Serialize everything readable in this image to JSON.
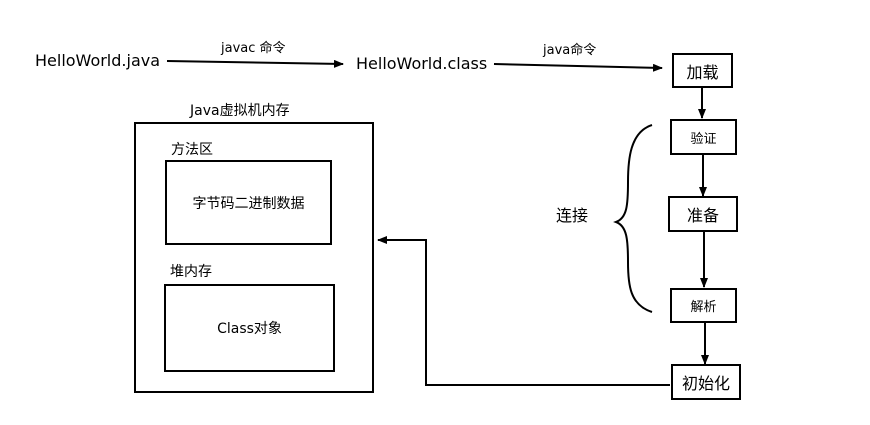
{
  "flow": {
    "source_file": "HelloWorld.java",
    "compile_command": "javac 命令",
    "class_file": "HelloWorld.class",
    "run_command": "java命令"
  },
  "jvm": {
    "title": "Java虚拟机内存",
    "method_area": {
      "label": "方法区",
      "content": "字节码二进制数据"
    },
    "heap": {
      "label": "堆内存",
      "content": "Class对象"
    }
  },
  "lifecycle": {
    "load": "加载",
    "linking_label": "连接",
    "verify": "验证",
    "prepare": "准备",
    "resolve": "解析",
    "initialize": "初始化"
  }
}
